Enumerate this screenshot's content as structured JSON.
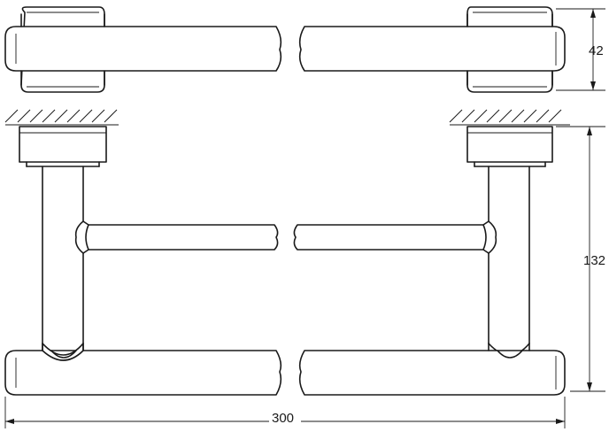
{
  "dimensions": {
    "height_top": "42",
    "height_side": "132",
    "width": "300"
  }
}
